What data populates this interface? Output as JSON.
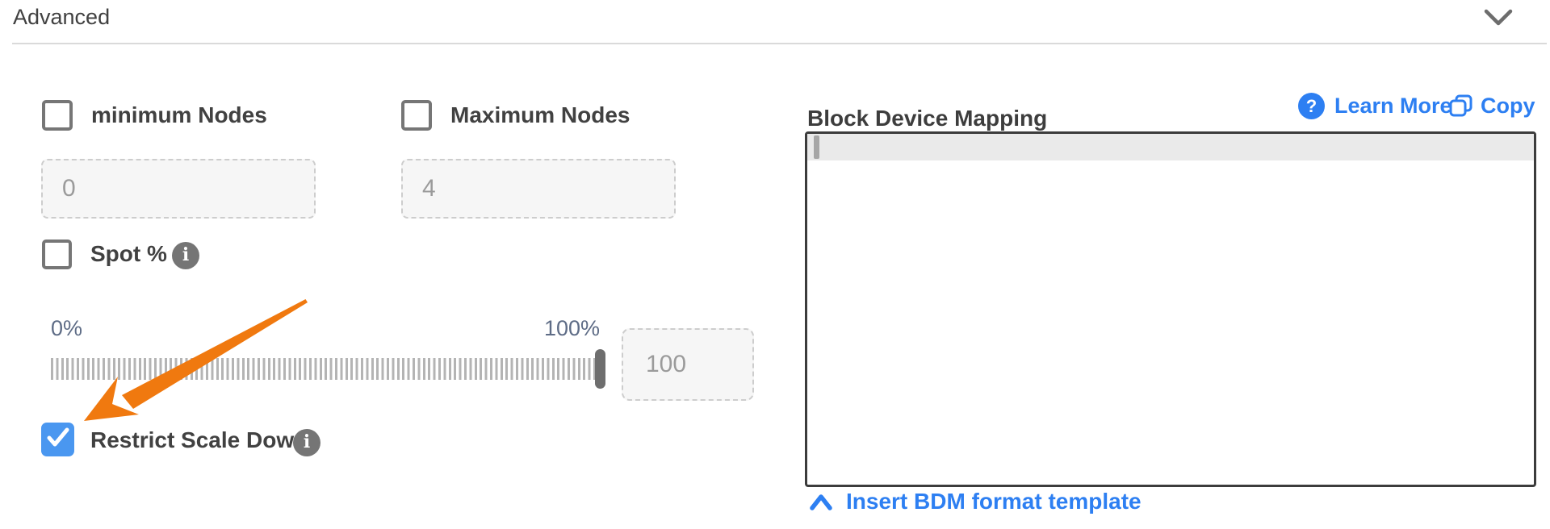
{
  "header": {
    "title": "Advanced"
  },
  "icons": {
    "info_glyph": "i",
    "help_glyph": "?"
  },
  "colors": {
    "accent_blue": "#2d7ff2",
    "checked_checkbox_blue": "#4a97f0",
    "annotation_arrow_orange": "#f0790f"
  },
  "left_panel": {
    "min_nodes": {
      "label": "minimum Nodes",
      "checked": false,
      "value": "0"
    },
    "max_nodes": {
      "label": "Maximum Nodes",
      "checked": false,
      "value": "4"
    },
    "spot": {
      "label": "Spot %",
      "checked": false
    },
    "slider": {
      "min_label": "0%",
      "max_label": "100%",
      "value": "100",
      "position_percent": 100
    },
    "restrict_scale_down": {
      "label": "Restrict Scale Down",
      "checked": true
    }
  },
  "right_panel": {
    "title": "Block Device Mapping",
    "learn_more_label": "Learn More",
    "copy_label": "Copy",
    "editor_value": "",
    "insert_template_label": "Insert BDM format template"
  }
}
